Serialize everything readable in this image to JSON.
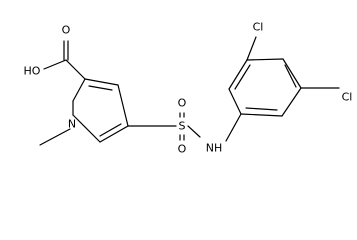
{
  "labels": {
    "cl_top": "Cl",
    "cl_right": "Cl",
    "hydroxyl": "HO",
    "carbonyl_oxygen": "O",
    "ring_nitrogen": "N",
    "sulfur": "S",
    "sulfonyl_oxygen_top": "O",
    "sulfonyl_oxygen_bottom": "O",
    "amine": "NH"
  }
}
